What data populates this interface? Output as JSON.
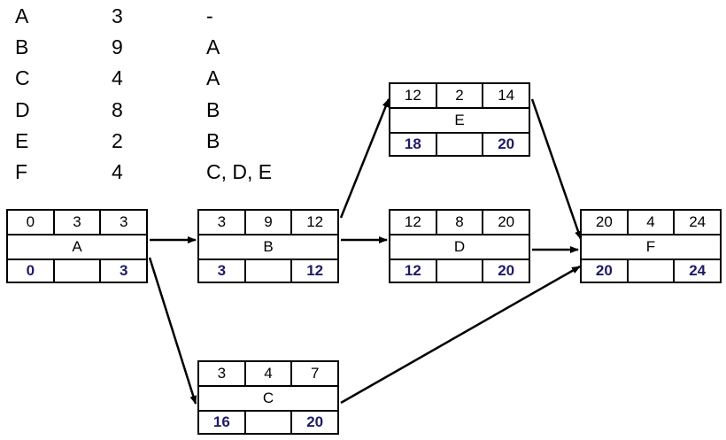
{
  "table": [
    {
      "activity": "A",
      "duration": "3",
      "predecessor": "-"
    },
    {
      "activity": "B",
      "duration": "9",
      "predecessor": "A"
    },
    {
      "activity": "C",
      "duration": "4",
      "predecessor": "A"
    },
    {
      "activity": "D",
      "duration": "8",
      "predecessor": "B"
    },
    {
      "activity": "E",
      "duration": "2",
      "predecessor": "B"
    },
    {
      "activity": "F",
      "duration": "4",
      "predecessor": "C, D, E"
    }
  ],
  "nodes": {
    "A": {
      "es": "0",
      "dur": "3",
      "ef": "3",
      "name": "A",
      "ls": "0",
      "slack": "",
      "lf": "3"
    },
    "B": {
      "es": "3",
      "dur": "9",
      "ef": "12",
      "name": "B",
      "ls": "3",
      "slack": "",
      "lf": "12"
    },
    "C": {
      "es": "3",
      "dur": "4",
      "ef": "7",
      "name": "C",
      "ls": "16",
      "slack": "",
      "lf": "20"
    },
    "D": {
      "es": "12",
      "dur": "8",
      "ef": "20",
      "name": "D",
      "ls": "12",
      "slack": "",
      "lf": "20"
    },
    "E": {
      "es": "12",
      "dur": "2",
      "ef": "14",
      "name": "E",
      "ls": "18",
      "slack": "",
      "lf": "20"
    },
    "F": {
      "es": "20",
      "dur": "4",
      "ef": "24",
      "name": "F",
      "ls": "20",
      "slack": "",
      "lf": "24"
    }
  },
  "edges": [
    {
      "from": "A",
      "to": "B"
    },
    {
      "from": "A",
      "to": "C"
    },
    {
      "from": "B",
      "to": "D"
    },
    {
      "from": "B",
      "to": "E"
    },
    {
      "from": "C",
      "to": "F"
    },
    {
      "from": "D",
      "to": "F"
    },
    {
      "from": "E",
      "to": "F"
    }
  ]
}
